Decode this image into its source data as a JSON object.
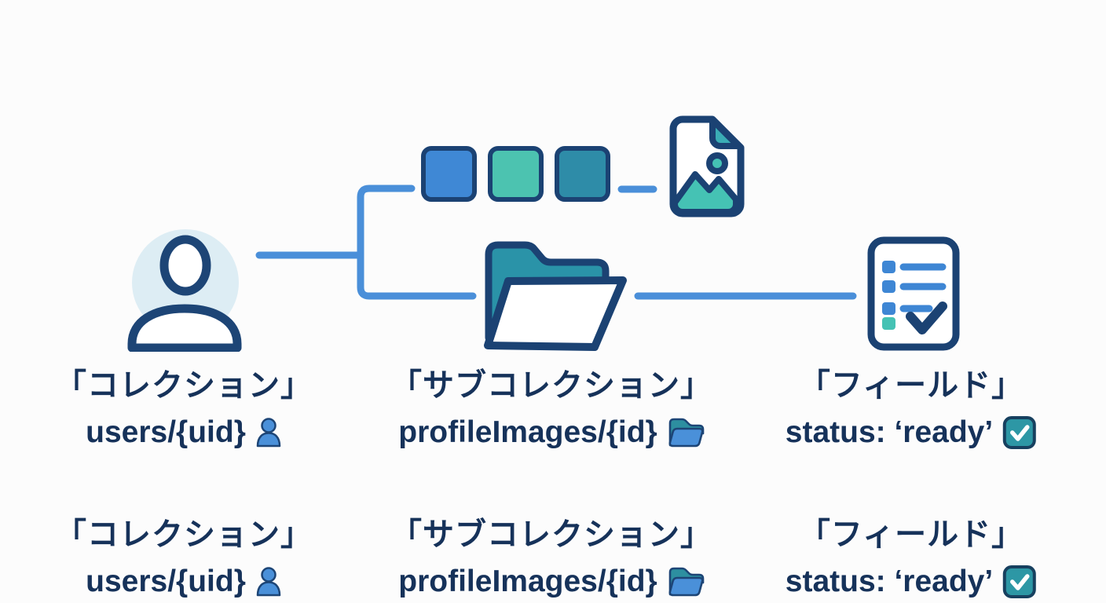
{
  "background": "#fcfcfc",
  "colors": {
    "connector_blue": "#4a8fd9",
    "outline_navy": "#1b4273",
    "text_navy": "#16325a",
    "person_halo": "#ddedf4",
    "square1_fill": "#3f88d5",
    "square2_fill": "#4cc3b0",
    "square3_fill": "#2e8ca8",
    "teal_accent": "#45c2b4",
    "folder_back_teal": "#2a93a8",
    "glyph_blue": "#4a90d9",
    "checkbox_teal": "#2d97a5"
  },
  "diagram": {
    "nodes": [
      {
        "icon": "user-icon"
      },
      {
        "icon": "blue-square"
      },
      {
        "icon": "teal-square"
      },
      {
        "icon": "dark-teal-square"
      },
      {
        "icon": "image-file-icon"
      },
      {
        "icon": "open-folder-icon"
      },
      {
        "icon": "checklist-icon"
      }
    ]
  },
  "labels": {
    "rows": [
      {
        "items": [
          {
            "heading": "「コレクション」",
            "code": "users/{uid}",
            "icon": "user-glyph"
          },
          {
            "heading": "「サブコレクション」",
            "code": "profileImages/{id}",
            "icon": "folder-glyph"
          },
          {
            "heading": "「フィールド」",
            "code": "status: ‘ready’",
            "icon": "checkbox-glyph"
          }
        ]
      },
      {
        "items": [
          {
            "heading": "「コレクション」",
            "code": "users/{uid}",
            "icon": "user-glyph"
          },
          {
            "heading": "「サブコレクション」",
            "code": "profileImages/{id}",
            "icon": "folder-glyph"
          },
          {
            "heading": "「フィールド」",
            "code": "status: ‘ready’",
            "icon": "checkbox-glyph"
          }
        ]
      }
    ]
  }
}
